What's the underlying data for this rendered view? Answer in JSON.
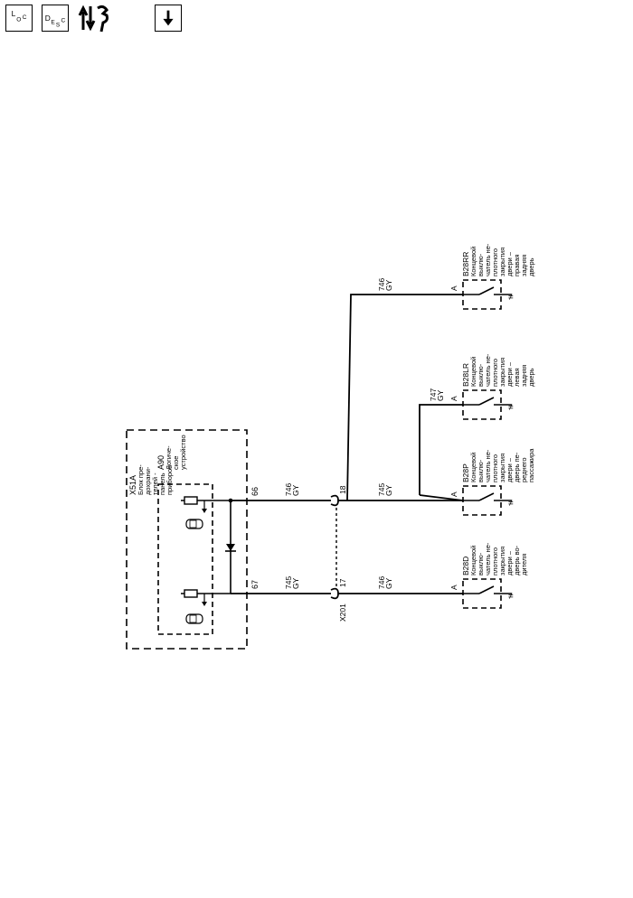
{
  "toolbar": {
    "loc_button": {
      "main": "L",
      "sub1": "O",
      "sub2": "C"
    },
    "desc_button": {
      "main": "D",
      "sub1": "E",
      "sub2": "S",
      "sub3": "C"
    },
    "diag_icon": "diagnostic-wrench-arrows-icon",
    "download_icon": "download-arrow-icon"
  },
  "components": {
    "x51a": {
      "ref": "X51A",
      "lines": [
        "Блок пре-",
        "дохрани-",
        "телей -",
        "панель",
        "приборов"
      ]
    },
    "a90": {
      "ref": "A90",
      "lines": [
        "Логиче-",
        "ское",
        "устройство"
      ]
    },
    "b28d": {
      "ref": "B28D",
      "lines": [
        "Концевой",
        "выклю-",
        "чатель не-",
        "плотного",
        "закрытия",
        "двери –",
        "дверь во-",
        "дителя"
      ],
      "pin": "A"
    },
    "b28p": {
      "ref": "B28P",
      "lines": [
        "Концевой",
        "выклю-",
        "чатель не-",
        "плотного",
        "закрытия",
        "двери –",
        "дверь пе-",
        "реднего",
        "пассажира"
      ],
      "pin": "A"
    },
    "b28lr": {
      "ref": "B28LR",
      "lines": [
        "Концевой",
        "выклю-",
        "чатель не-",
        "плотного",
        "закрытия",
        "двери –",
        "левая",
        "задняя",
        "дверь"
      ],
      "pin": "A"
    },
    "b28rr": {
      "ref": "B28RR",
      "lines": [
        "Концевой",
        "выклю-",
        "чатель не-",
        "плотного",
        "закрытия",
        "двери –",
        "правая",
        "задняя",
        "дверь"
      ],
      "pin": "A"
    }
  },
  "connector": {
    "ref": "X201",
    "pin_upper": "18",
    "pin_lower": "17"
  },
  "pins": {
    "upper": "66",
    "lower": "67"
  },
  "wires": {
    "w1": {
      "circuit": "746",
      "color": "GY"
    },
    "w2": {
      "circuit": "745",
      "color": "GY"
    },
    "w3": {
      "circuit": "745",
      "color": "GY"
    },
    "w4": {
      "circuit": "746",
      "color": "GY"
    },
    "w5": {
      "circuit": "747",
      "color": "GY"
    },
    "w6": {
      "circuit": "746",
      "color": "GY"
    }
  }
}
